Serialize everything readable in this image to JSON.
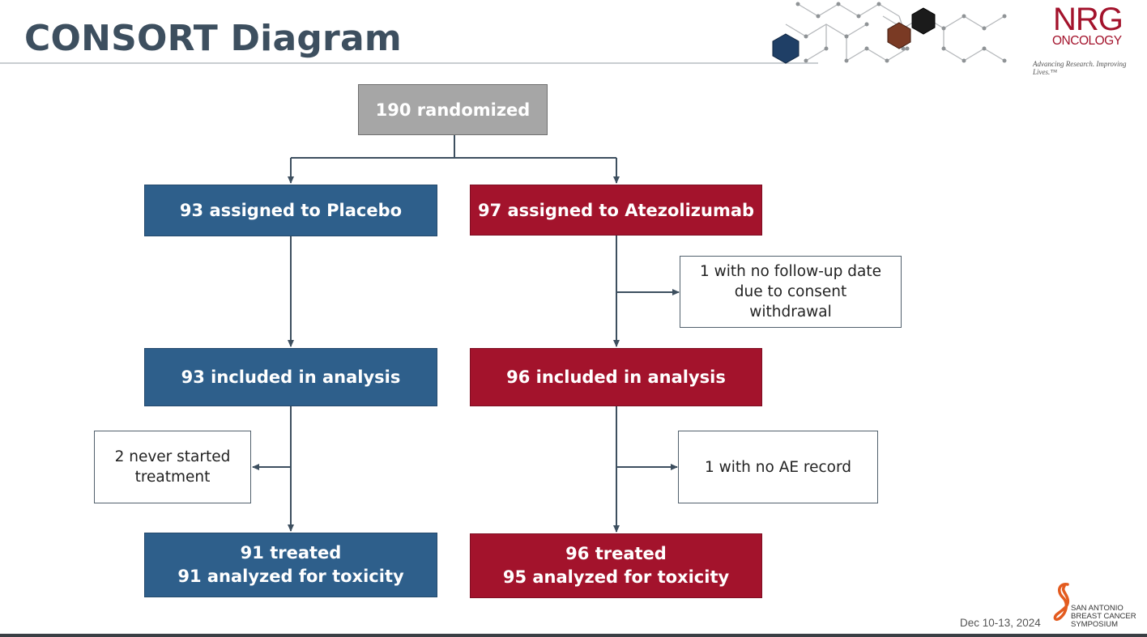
{
  "slide": {
    "title": "CONSORT Diagram",
    "footer_date": "Dec 10-13, 2024"
  },
  "logos": {
    "nrg_main": "NRG",
    "nrg_sub": "ONCOLOGY",
    "nrg_tagline": "Advancing Research. Improving Lives.™",
    "sabcs_lines": [
      "SAN ANTONIO",
      "BREAST CANCER",
      "SYMPOSIUM"
    ]
  },
  "diagram": {
    "randomized": "190 randomized",
    "placebo": {
      "assigned": "93 assigned to Placebo",
      "analysis": "93 included in analysis",
      "exclusion_treatment": [
        "2 never started",
        "treatment"
      ],
      "final": [
        "91 treated",
        "91 analyzed for toxicity"
      ]
    },
    "atezolizumab": {
      "assigned": "97 assigned to Atezolizumab",
      "exclusion_followup": [
        "1 with no follow-up date",
        "due to consent",
        "withdrawal"
      ],
      "analysis": "96 included in analysis",
      "exclusion_ae": "1 with no AE record",
      "final": [
        "96 treated",
        "95 analyzed for toxicity"
      ]
    }
  },
  "colors": {
    "placebo": "#2e5f8b",
    "atezolizumab": "#a3132c",
    "randomized": "#a6a6a6",
    "connector": "#3d4f5f"
  }
}
